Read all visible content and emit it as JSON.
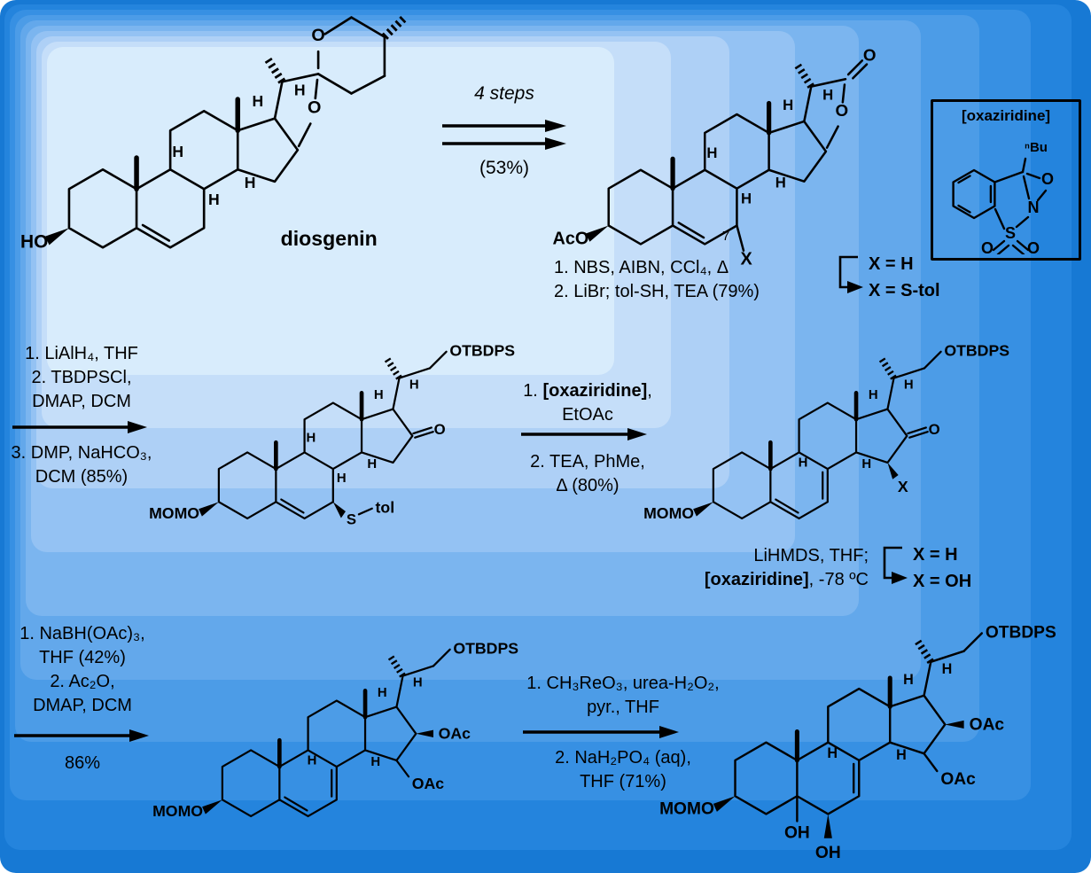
{
  "labels": {
    "H": "H",
    "O": "O",
    "N": "N",
    "S": "S",
    "HO": "HO",
    "AcO": "AcO",
    "MOMO": "MOMO",
    "OTBDPS": "OTBDPS",
    "OAc": "OAc",
    "OH": "OH",
    "X": "X",
    "tol": "tol",
    "diosgenin": "diosgenin",
    "locant7": "7",
    "nBu": "ⁿBu"
  },
  "steps": {
    "s1": {
      "above": "4 steps",
      "below": "(53%)"
    },
    "s1b": {
      "l1": "1. NBS, AIBN, CCl₄, Δ",
      "l2": "2. LiBr; tol-SH, TEA (79%)",
      "from": "X = H",
      "to": "X = S-tol"
    },
    "s2": {
      "l1": "1. LiAlH₄, THF",
      "l2": "2. TBDPSCl,",
      "l3": "DMAP, DCM",
      "l4": "3. DMP, NaHCO₃,",
      "l5": "DCM (85%)"
    },
    "s3": {
      "pre": "1. ",
      "bold": "[oxaziridine]",
      "post": ",",
      "l2": "EtOAc",
      "l3": "2. TEA, PhMe,",
      "l4": "Δ (80%)"
    },
    "s3b": {
      "l1": "LiHMDS, THF;",
      "bold": "[oxaziridine]",
      "post": ", -78 ºC",
      "from": "X = H",
      "to": "X = OH"
    },
    "s4": {
      "l1": "1. NaBH(OAc)₃,",
      "l2": "THF (42%)",
      "l3": "2. Ac₂O,",
      "l4": "DMAP, DCM",
      "l5": "86%"
    },
    "s5": {
      "l1": "1. CH₃ReO₃, urea-H₂O₂,",
      "l2": "pyr., THF",
      "l3": "2. NaH₂PO₄ (aq),",
      "l4": "THF (71%)"
    }
  },
  "inset": {
    "title": "[oxaziridine]"
  }
}
